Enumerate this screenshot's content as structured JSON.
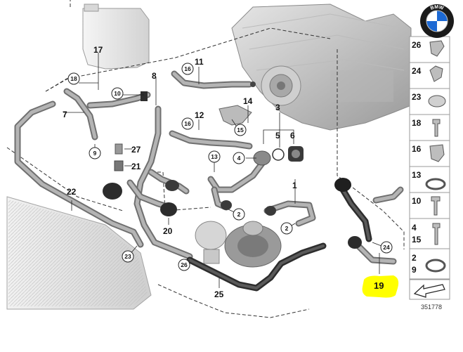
{
  "brand": {
    "logo_text": "BMW"
  },
  "diagram_number": "351778",
  "callouts": {
    "c1": "1",
    "c2a": "2",
    "c2b": "2",
    "c3": "3",
    "c4": "4",
    "c5": "5",
    "c6": "6",
    "c7": "7",
    "c8": "8",
    "c9": "9",
    "c10": "10",
    "c11": "11",
    "c12": "12",
    "c13": "13",
    "c14": "14",
    "c15": "15",
    "c16a": "16",
    "c16b": "16",
    "c17": "17",
    "c18": "18",
    "c19": "19",
    "c20": "20",
    "c21": "21",
    "c22": "22",
    "c23": "23",
    "c24": "24",
    "c25": "25",
    "c26": "26",
    "c27": "27"
  },
  "legend": {
    "items": [
      {
        "id": "l26",
        "label": "26"
      },
      {
        "id": "l24",
        "label": "24"
      },
      {
        "id": "l23",
        "label": "23"
      },
      {
        "id": "l18",
        "label": "18"
      },
      {
        "id": "l16",
        "label": "16"
      },
      {
        "id": "l13",
        "label": "13"
      },
      {
        "id": "l10",
        "label": "10"
      },
      {
        "id": "l4_15",
        "label_top": "4",
        "label_bottom": "15"
      },
      {
        "id": "l2_9",
        "label_top": "2",
        "label_bottom": "9"
      }
    ]
  },
  "highlight": {
    "color": "#ffff00",
    "part": "19"
  }
}
